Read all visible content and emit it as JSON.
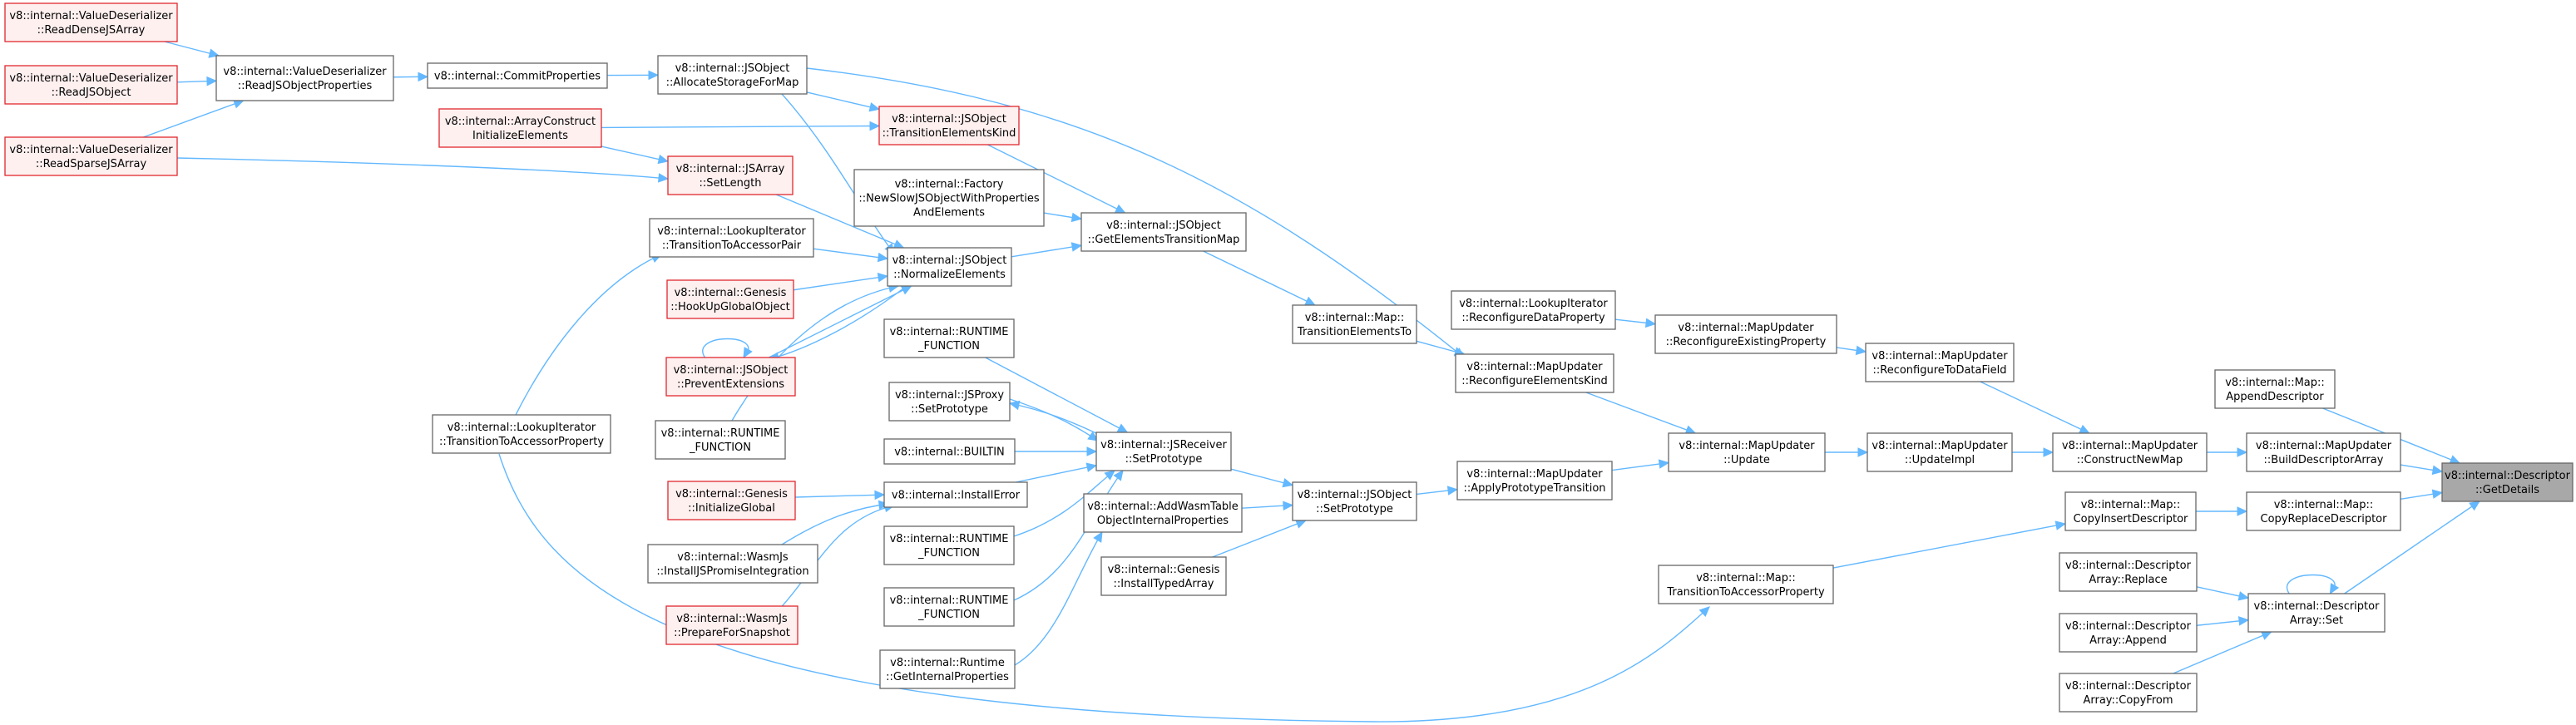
{
  "graph": {
    "root": "root",
    "nodes": [
      {
        "id": "root",
        "lines": [
          "v8::internal::Descriptor",
          "::GetDetails"
        ],
        "kind": "root"
      },
      {
        "id": "append_desc",
        "lines": [
          "v8::internal::Map::",
          "AppendDescriptor"
        ],
        "kind": "normal"
      },
      {
        "id": "build_desc_array",
        "lines": [
          "v8::internal::MapUpdater",
          "::BuildDescriptorArray"
        ],
        "kind": "normal"
      },
      {
        "id": "copy_replace_desc",
        "lines": [
          "v8::internal::Map::",
          "CopyReplaceDescriptor"
        ],
        "kind": "normal"
      },
      {
        "id": "desc_set",
        "lines": [
          "v8::internal::Descriptor",
          "Array::Set"
        ],
        "kind": "normal"
      },
      {
        "id": "construct_new_map",
        "lines": [
          "v8::internal::MapUpdater",
          "::ConstructNewMap"
        ],
        "kind": "normal"
      },
      {
        "id": "copy_insert_desc",
        "lines": [
          "v8::internal::Map::",
          "CopyInsertDescriptor"
        ],
        "kind": "normal"
      },
      {
        "id": "desc_replace",
        "lines": [
          "v8::internal::Descriptor",
          "Array::Replace"
        ],
        "kind": "normal"
      },
      {
        "id": "desc_append",
        "lines": [
          "v8::internal::Descriptor",
          "Array::Append"
        ],
        "kind": "normal"
      },
      {
        "id": "desc_copyfrom",
        "lines": [
          "v8::internal::Descriptor",
          "Array::CopyFrom"
        ],
        "kind": "normal"
      },
      {
        "id": "reconfig_to_datafield",
        "lines": [
          "v8::internal::MapUpdater",
          "::ReconfigureToDataField"
        ],
        "kind": "normal"
      },
      {
        "id": "update_impl",
        "lines": [
          "v8::internal::MapUpdater",
          "::UpdateImpl"
        ],
        "kind": "normal"
      },
      {
        "id": "map_transition_accessor",
        "lines": [
          "v8::internal::Map::",
          "TransitionToAccessorProperty"
        ],
        "kind": "normal"
      },
      {
        "id": "reconfig_existing",
        "lines": [
          "v8::internal::MapUpdater",
          "::ReconfigureExistingProperty"
        ],
        "kind": "normal"
      },
      {
        "id": "update",
        "lines": [
          "v8::internal::MapUpdater",
          "::Update"
        ],
        "kind": "normal"
      },
      {
        "id": "lookup_reconfig_data",
        "lines": [
          "v8::internal::LookupIterator",
          "::ReconfigureDataProperty"
        ],
        "kind": "normal"
      },
      {
        "id": "reconfig_elements_kind",
        "lines": [
          "v8::internal::MapUpdater",
          "::ReconfigureElementsKind"
        ],
        "kind": "normal"
      },
      {
        "id": "apply_proto_transition",
        "lines": [
          "v8::internal::MapUpdater",
          "::ApplyPrototypeTransition"
        ],
        "kind": "normal"
      },
      {
        "id": "map_transition_elements_to",
        "lines": [
          "v8::internal::Map::",
          "TransitionElementsTo"
        ],
        "kind": "normal"
      },
      {
        "id": "jsobject_setprototype",
        "lines": [
          "v8::internal::JSObject",
          "::SetPrototype"
        ],
        "kind": "normal"
      },
      {
        "id": "get_elements_transition_map",
        "lines": [
          "v8::internal::JSObject",
          "::GetElementsTransitionMap"
        ],
        "kind": "normal"
      },
      {
        "id": "jsreceiver_setprototype",
        "lines": [
          "v8::internal::JSReceiver",
          "::SetPrototype"
        ],
        "kind": "normal"
      },
      {
        "id": "add_wasm_table",
        "lines": [
          "v8::internal::AddWasmTable",
          "ObjectInternalProperties"
        ],
        "kind": "normal"
      },
      {
        "id": "genesis_install_typed_array",
        "lines": [
          "v8::internal::Genesis",
          "::InstallTypedArray"
        ],
        "kind": "normal"
      },
      {
        "id": "transition_elements_kind",
        "lines": [
          "v8::internal::JSObject",
          "::TransitionElementsKind"
        ],
        "kind": "red"
      },
      {
        "id": "factory_newslow",
        "lines": [
          "v8::internal::Factory",
          "::NewSlowJSObjectWithProperties",
          "AndElements"
        ],
        "kind": "normal"
      },
      {
        "id": "normalize_elements",
        "lines": [
          "v8::internal::JSObject",
          "::NormalizeElements"
        ],
        "kind": "normal"
      },
      {
        "id": "runtime_function_1",
        "lines": [
          "v8::internal::RUNTIME",
          "_FUNCTION"
        ],
        "kind": "normal"
      },
      {
        "id": "jsproxy_setprototype",
        "lines": [
          "v8::internal::JSProxy",
          "::SetPrototype"
        ],
        "kind": "normal"
      },
      {
        "id": "builtin",
        "lines": [
          "v8::internal::BUILTIN"
        ],
        "kind": "normal"
      },
      {
        "id": "install_error",
        "lines": [
          "v8::internal::InstallError"
        ],
        "kind": "normal"
      },
      {
        "id": "runtime_function_2",
        "lines": [
          "v8::internal::RUNTIME",
          "_FUNCTION"
        ],
        "kind": "normal"
      },
      {
        "id": "runtime_function_3",
        "lines": [
          "v8::internal::RUNTIME",
          "_FUNCTION"
        ],
        "kind": "normal"
      },
      {
        "id": "runtime_get_internal",
        "lines": [
          "v8::internal::Runtime",
          "::GetInternalProperties"
        ],
        "kind": "normal"
      },
      {
        "id": "allocate_storage_for_map",
        "lines": [
          "v8::internal::JSObject",
          "::AllocateStorageForMap"
        ],
        "kind": "normal"
      },
      {
        "id": "array_construct_init",
        "lines": [
          "v8::internal::ArrayConstruct",
          "InitializeElements"
        ],
        "kind": "red"
      },
      {
        "id": "jsarray_setlength",
        "lines": [
          "v8::internal::JSArray",
          "::SetLength"
        ],
        "kind": "red"
      },
      {
        "id": "lookup_transition_pair",
        "lines": [
          "v8::internal::LookupIterator",
          "::TransitionToAccessorPair"
        ],
        "kind": "normal"
      },
      {
        "id": "genesis_hookup_global",
        "lines": [
          "v8::internal::Genesis",
          "::HookUpGlobalObject"
        ],
        "kind": "red"
      },
      {
        "id": "prevent_extensions",
        "lines": [
          "v8::internal::JSObject",
          "::PreventExtensions"
        ],
        "kind": "red"
      },
      {
        "id": "runtime_function_4",
        "lines": [
          "v8::internal::RUNTIME",
          "_FUNCTION"
        ],
        "kind": "normal"
      },
      {
        "id": "genesis_initialize_global",
        "lines": [
          "v8::internal::Genesis",
          "::InitializeGlobal"
        ],
        "kind": "red"
      },
      {
        "id": "wasmjs_install_promise",
        "lines": [
          "v8::internal::WasmJs",
          "::InstallJSPromiseIntegration"
        ],
        "kind": "normal"
      },
      {
        "id": "wasmjs_prepare_snapshot",
        "lines": [
          "v8::internal::WasmJs",
          "::PrepareForSnapshot"
        ],
        "kind": "red"
      },
      {
        "id": "commit_properties",
        "lines": [
          "v8::internal::CommitProperties"
        ],
        "kind": "normal"
      },
      {
        "id": "lookup_transition_accessor_prop",
        "lines": [
          "v8::internal::LookupIterator",
          "::TransitionToAccessorProperty"
        ],
        "kind": "normal"
      },
      {
        "id": "read_jsobject_properties",
        "lines": [
          "v8::internal::ValueDeserializer",
          "::ReadJSObjectProperties"
        ],
        "kind": "normal"
      },
      {
        "id": "read_dense_jsarray",
        "lines": [
          "v8::internal::ValueDeserializer",
          "::ReadDenseJSArray"
        ],
        "kind": "red"
      },
      {
        "id": "read_jsobject",
        "lines": [
          "v8::internal::ValueDeserializer",
          "::ReadJSObject"
        ],
        "kind": "red"
      },
      {
        "id": "read_sparse_jsarray",
        "lines": [
          "v8::internal::ValueDeserializer",
          "::ReadSparseJSArray"
        ],
        "kind": "red"
      }
    ],
    "edges": [
      [
        "append_desc",
        "root"
      ],
      [
        "build_desc_array",
        "root"
      ],
      [
        "copy_replace_desc",
        "root"
      ],
      [
        "desc_set",
        "root"
      ],
      [
        "construct_new_map",
        "build_desc_array"
      ],
      [
        "copy_insert_desc",
        "copy_replace_desc"
      ],
      [
        "desc_replace",
        "desc_set"
      ],
      [
        "desc_append",
        "desc_set"
      ],
      [
        "desc_copyfrom",
        "desc_set"
      ],
      [
        "desc_set",
        "desc_set"
      ],
      [
        "reconfig_to_datafield",
        "construct_new_map"
      ],
      [
        "update_impl",
        "construct_new_map"
      ],
      [
        "map_transition_accessor",
        "copy_insert_desc"
      ],
      [
        "reconfig_existing",
        "reconfig_to_datafield"
      ],
      [
        "update",
        "update_impl"
      ],
      [
        "lookup_transition_accessor_prop",
        "map_transition_accessor"
      ],
      [
        "lookup_reconfig_data",
        "reconfig_existing"
      ],
      [
        "reconfig_elements_kind",
        "update"
      ],
      [
        "apply_proto_transition",
        "update"
      ],
      [
        "map_transition_elements_to",
        "reconfig_elements_kind"
      ],
      [
        "allocate_storage_for_map",
        "reconfig_elements_kind"
      ],
      [
        "jsobject_setprototype",
        "apply_proto_transition"
      ],
      [
        "get_elements_transition_map",
        "map_transition_elements_to"
      ],
      [
        "jsreceiver_setprototype",
        "jsobject_setprototype"
      ],
      [
        "add_wasm_table",
        "jsobject_setprototype"
      ],
      [
        "genesis_install_typed_array",
        "jsobject_setprototype"
      ],
      [
        "transition_elements_kind",
        "get_elements_transition_map"
      ],
      [
        "factory_newslow",
        "get_elements_transition_map"
      ],
      [
        "normalize_elements",
        "get_elements_transition_map"
      ],
      [
        "runtime_function_1",
        "jsreceiver_setprototype"
      ],
      [
        "jsproxy_setprototype",
        "jsreceiver_setprototype"
      ],
      [
        "jsreceiver_setprototype",
        "jsproxy_setprototype"
      ],
      [
        "builtin",
        "jsreceiver_setprototype"
      ],
      [
        "install_error",
        "jsreceiver_setprototype"
      ],
      [
        "runtime_function_2",
        "jsreceiver_setprototype"
      ],
      [
        "runtime_function_3",
        "jsreceiver_setprototype"
      ],
      [
        "runtime_get_internal",
        "add_wasm_table"
      ],
      [
        "allocate_storage_for_map",
        "transition_elements_kind"
      ],
      [
        "array_construct_init",
        "transition_elements_kind"
      ],
      [
        "allocate_storage_for_map",
        "normalize_elements"
      ],
      [
        "jsarray_setlength",
        "normalize_elements"
      ],
      [
        "lookup_transition_pair",
        "normalize_elements"
      ],
      [
        "genesis_hookup_global",
        "normalize_elements"
      ],
      [
        "prevent_extensions",
        "normalize_elements"
      ],
      [
        "runtime_function_4",
        "normalize_elements"
      ],
      [
        "normalize_elements",
        "prevent_extensions"
      ],
      [
        "prevent_extensions",
        "prevent_extensions"
      ],
      [
        "genesis_initialize_global",
        "install_error"
      ],
      [
        "wasmjs_install_promise",
        "install_error"
      ],
      [
        "wasmjs_prepare_snapshot",
        "install_error"
      ],
      [
        "array_construct_init",
        "jsarray_setlength"
      ],
      [
        "read_sparse_jsarray",
        "jsarray_setlength"
      ],
      [
        "commit_properties",
        "allocate_storage_for_map"
      ],
      [
        "read_jsobject_properties",
        "commit_properties"
      ],
      [
        "lookup_transition_accessor_prop",
        "lookup_transition_pair"
      ],
      [
        "read_dense_jsarray",
        "read_jsobject_properties"
      ],
      [
        "read_jsobject",
        "read_jsobject_properties"
      ],
      [
        "read_sparse_jsarray",
        "read_jsobject_properties"
      ]
    ]
  },
  "colors": {
    "edge": "#63b8ff",
    "node_border": "#666666",
    "node_fill": "#ffffff",
    "root_fill": "#a8a8a8",
    "red_border": "#e0282e",
    "red_fill": "#fff0f0"
  }
}
